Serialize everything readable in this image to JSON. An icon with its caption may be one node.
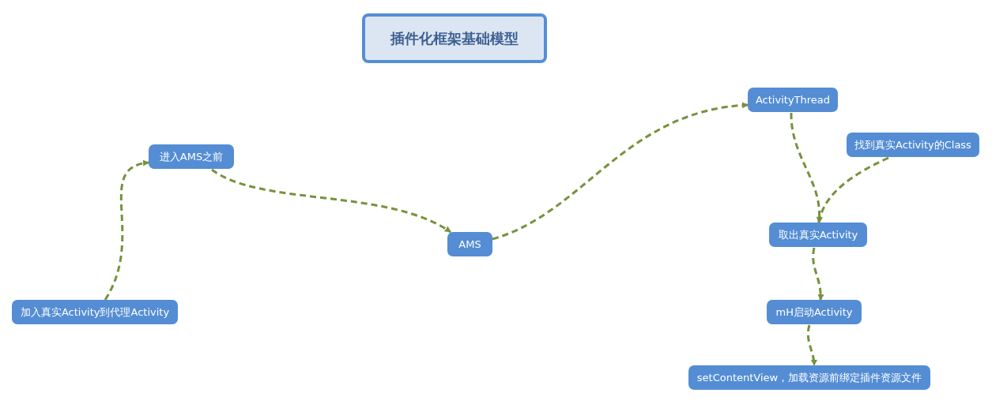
{
  "diagram": {
    "title": "插件化框架基础模型",
    "nodes": [
      {
        "text": [
          "加入真实Activity到代理Activity"
        ]
      },
      {
        "text": [
          "进入AMS之前"
        ]
      },
      {
        "text": [
          "AMS"
        ]
      },
      {
        "text": [
          "ActivityThread"
        ]
      },
      {
        "text": [
          "找到真实Activity的Class"
        ]
      },
      {
        "text": [
          "取出真实Activity"
        ]
      },
      {
        "text": [
          "mH启动Activity"
        ]
      },
      {
        "text": [
          "setContentView，加载资源前绑定插件资源文件"
        ]
      }
    ],
    "edges": [
      {
        "from": 0,
        "to": 1,
        "arrow": "to",
        "style": "dashed"
      },
      {
        "from": 1,
        "to": 2,
        "arrow": "to",
        "style": "dashed"
      },
      {
        "from": 2,
        "to": 3,
        "arrow": "to",
        "style": "dashed"
      },
      {
        "from": 3,
        "to": 5,
        "arrow": "to",
        "style": "dashed"
      },
      {
        "from": 4,
        "to": 5,
        "arrow": "to",
        "style": "dashed"
      },
      {
        "from": 5,
        "to": 6,
        "arrow": "to",
        "style": "dashed"
      },
      {
        "from": 6,
        "to": 7,
        "arrow": "to",
        "style": "dashed"
      }
    ]
  }
}
